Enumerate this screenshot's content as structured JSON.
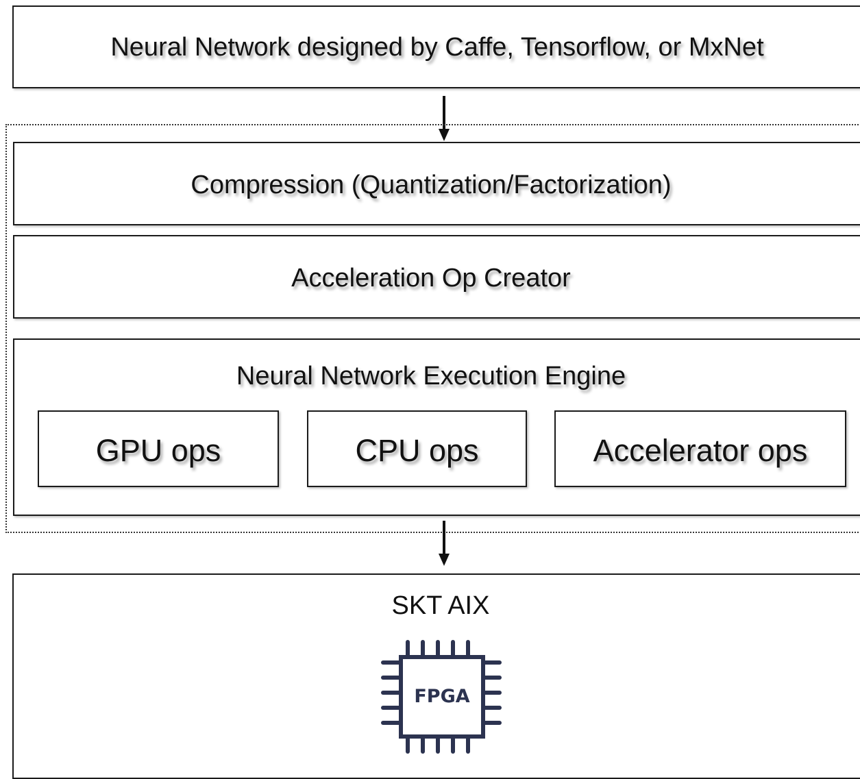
{
  "layers": {
    "input": "Neural Network designed by Caffe, Tensorflow, or MxNet",
    "compression": "Compression (Quantization/Factorization)",
    "op_creator": "Acceleration Op Creator",
    "engine": {
      "title": "Neural Network Execution Engine",
      "ops": [
        "GPU ops",
        "CPU ops",
        "Accelerator ops"
      ]
    },
    "hardware": {
      "title": "SKT AIX",
      "chip_label": "FPGA",
      "chip_icon": "fpga-chip-icon"
    }
  },
  "colors": {
    "stroke": "#1a1a1a",
    "chip": "#2c3350"
  }
}
